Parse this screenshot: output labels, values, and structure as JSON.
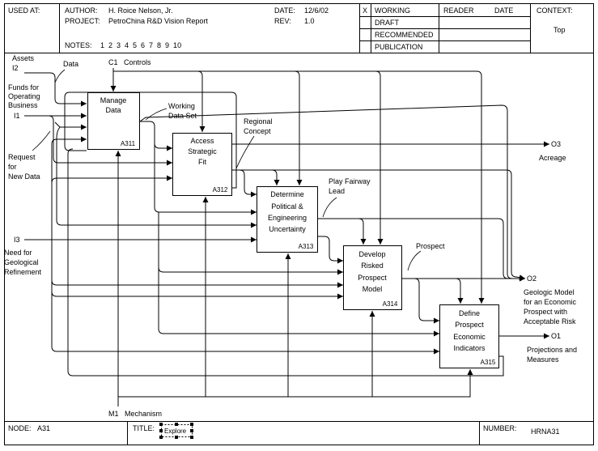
{
  "header": {
    "used_at_label": "USED AT:",
    "author_label": "AUTHOR:",
    "author_value": "H. Roice Nelson, Jr.",
    "project_label": "PROJECT:",
    "project_value": "PetroChina R&D Vision Report",
    "date_label": "DATE:",
    "date_value": "12/6/02",
    "rev_label": "REV:",
    "rev_value": "1.0",
    "notes_label": "NOTES:",
    "notes_numbers": "1  2  3  4  5  6  7  8  9  10",
    "status_mark": "X",
    "status_items": [
      "WORKING",
      "DRAFT",
      "RECOMMENDED",
      "PUBLICATION"
    ],
    "reader_label": "READER",
    "reader_date_label": "DATE",
    "context_label": "CONTEXT:",
    "context_value": "Top"
  },
  "footer": {
    "node_label": "NODE:",
    "node_value": "A31",
    "title_label": "TITLE:",
    "title_value": "Explore",
    "number_label": "NUMBER:",
    "number_value": "HRNA31"
  },
  "activities": [
    {
      "lines": [
        "Manage",
        "Data"
      ],
      "code": "A311"
    },
    {
      "lines": [
        "Access",
        "Strategic",
        "Fit"
      ],
      "code": "A312"
    },
    {
      "lines": [
        "Determine",
        "Political &",
        "Engineering",
        "Uncertainty"
      ],
      "code": "A313"
    },
    {
      "lines": [
        "Develop",
        "Risked",
        "Prospect",
        "Model"
      ],
      "code": "A314"
    },
    {
      "lines": [
        "Define",
        "Prospect",
        "Economic",
        "Indicators"
      ],
      "code": "A315"
    }
  ],
  "labels": {
    "i2_code": "I2",
    "i2_name": "Assets",
    "data": "Data",
    "i1_code": "I1",
    "i1_name": [
      "Funds for",
      "Operating",
      "Business"
    ],
    "c1": "C1   Controls",
    "request": [
      "Request",
      "for",
      "New Data"
    ],
    "working_data_set": [
      "Working",
      "Data Set"
    ],
    "regional_concept": [
      "Regional",
      "Concept"
    ],
    "play_fairway_lead": [
      "Play Fairway",
      "Lead"
    ],
    "prospect": "Prospect",
    "i3_code": "I3",
    "i3_name": [
      "Need for",
      "Geological",
      "Refinement"
    ],
    "o3_code": "O3",
    "o3_name": "Acreage",
    "o2_code": "O2",
    "o2_name": [
      "Geologic Model",
      "for an Economic",
      "Prospect with",
      "Acceptable Risk"
    ],
    "o1_code": "O1",
    "o1_name": [
      "Projections and",
      "Measures"
    ],
    "m1": "M1   Mechanism"
  }
}
